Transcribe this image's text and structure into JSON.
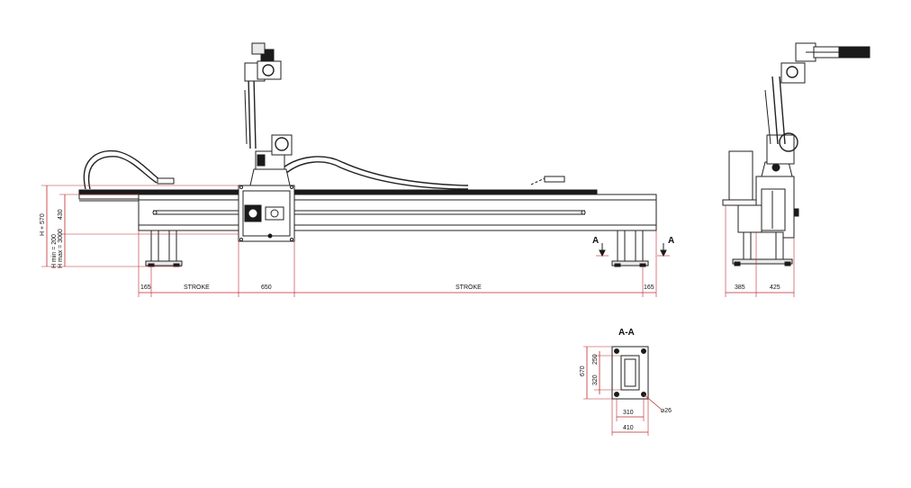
{
  "dimensions": {
    "left_165": "165",
    "stroke_left": "STROKE",
    "carriage_650": "650",
    "stroke_right": "STROKE",
    "right_165": "165",
    "height_h570": "H + 570",
    "height_430": "430",
    "h_min": "H min = 200",
    "h_max": "H max = 3000",
    "side_385": "385",
    "side_425": "425"
  },
  "section_marks": {
    "left": "A",
    "right": "A"
  },
  "section_detail": {
    "title": "A-A",
    "dim_670": "670",
    "dim_250": "250",
    "dim_320": "320",
    "dim_310": "310",
    "dim_410": "410",
    "hole": "⌀26"
  },
  "colors": {
    "line": "#222222",
    "dimension": "#c0282d",
    "background": "#ffffff"
  }
}
